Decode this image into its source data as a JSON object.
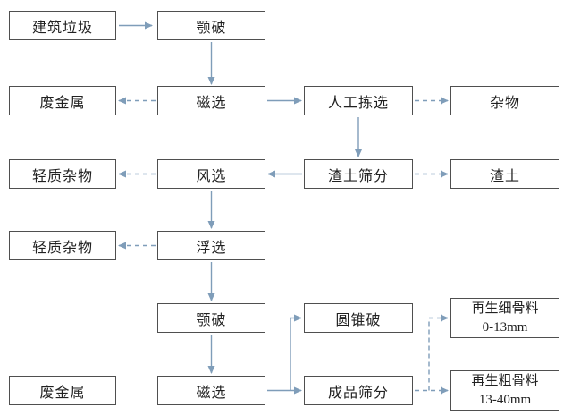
{
  "diagram": {
    "nodes": {
      "construction_waste": "建筑垃圾",
      "jaw_crusher_1": "颚破",
      "waste_metal_1": "废金属",
      "magnetic_separation_1": "磁选",
      "manual_sorting": "人工拣选",
      "sundries": "杂物",
      "light_sundries_1": "轻质杂物",
      "air_separation": "风选",
      "residue_screening": "渣土筛分",
      "residue": "渣土",
      "light_sundries_2": "轻质杂物",
      "flotation": "浮选",
      "jaw_crusher_2": "颚破",
      "cone_crusher": "圆锥破",
      "fine_aggregate": {
        "line1": "再生细骨料",
        "line2": "0-13mm"
      },
      "waste_metal_2": "废金属",
      "magnetic_separation_2": "磁选",
      "product_screening": "成品筛分",
      "coarse_aggregate": {
        "line1": "再生粗骨料",
        "line2": "13-40mm"
      }
    },
    "edges": [
      {
        "from": "construction_waste",
        "to": "jaw_crusher_1",
        "style": "solid"
      },
      {
        "from": "jaw_crusher_1",
        "to": "magnetic_separation_1",
        "style": "solid"
      },
      {
        "from": "magnetic_separation_1",
        "to": "waste_metal_1",
        "style": "dashed"
      },
      {
        "from": "magnetic_separation_1",
        "to": "manual_sorting",
        "style": "solid"
      },
      {
        "from": "manual_sorting",
        "to": "sundries",
        "style": "dashed"
      },
      {
        "from": "manual_sorting",
        "to": "residue_screening",
        "style": "solid"
      },
      {
        "from": "residue_screening",
        "to": "air_separation",
        "style": "solid"
      },
      {
        "from": "residue_screening",
        "to": "residue",
        "style": "dashed"
      },
      {
        "from": "air_separation",
        "to": "light_sundries_1",
        "style": "dashed"
      },
      {
        "from": "air_separation",
        "to": "flotation",
        "style": "solid"
      },
      {
        "from": "flotation",
        "to": "light_sundries_2",
        "style": "dashed"
      },
      {
        "from": "flotation",
        "to": "jaw_crusher_2",
        "style": "solid"
      },
      {
        "from": "jaw_crusher_2",
        "to": "magnetic_separation_2",
        "style": "solid"
      },
      {
        "from": "magnetic_separation_2",
        "to": "waste_metal_2",
        "style": "dashed"
      },
      {
        "from": "magnetic_separation_2",
        "to": "product_screening",
        "style": "solid"
      },
      {
        "from": "magnetic_separation_2",
        "to": "cone_crusher",
        "style": "solid"
      },
      {
        "from": "product_screening",
        "to": "fine_aggregate",
        "style": "dashed"
      },
      {
        "from": "product_screening",
        "to": "coarse_aggregate",
        "style": "dashed"
      }
    ],
    "colors": {
      "background": "#ffffff",
      "box_border": "#4f4f4f",
      "text": "#212121",
      "arrow": "#7f9db9"
    }
  }
}
